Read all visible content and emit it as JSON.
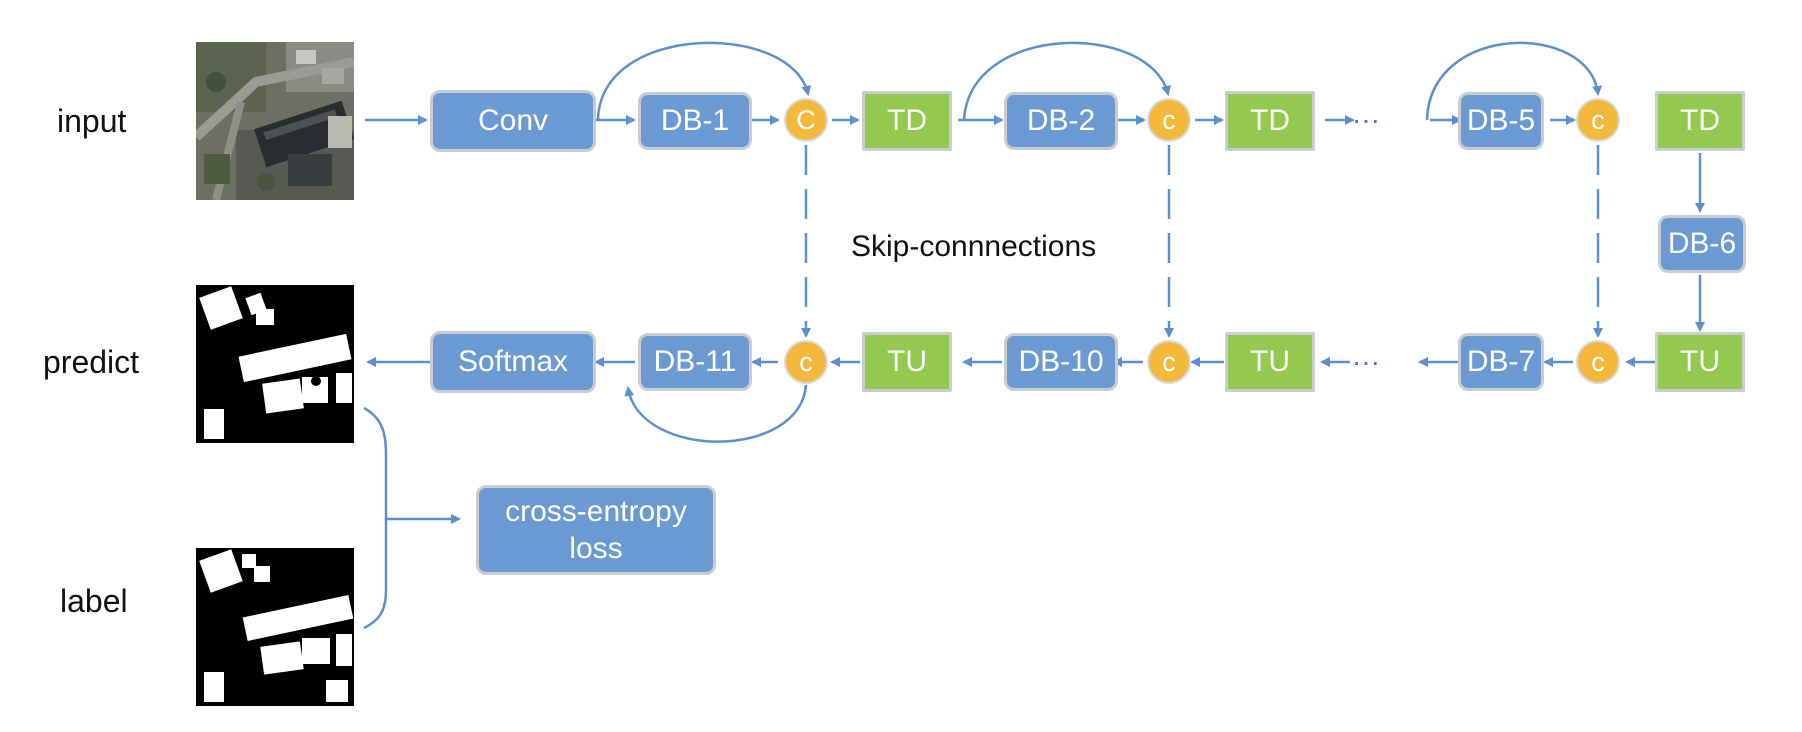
{
  "row_labels": {
    "input": "input",
    "predict": "predict",
    "label": "label"
  },
  "encoder": {
    "conv": "Conv",
    "db1": "DB-1",
    "c1": "C",
    "td1": "TD",
    "db2": "DB-2",
    "c2": "c",
    "td2": "TD",
    "ellipsis": "···",
    "db5": "DB-5",
    "c3": "c",
    "td3": "TD"
  },
  "bottleneck": {
    "db6": "DB-6"
  },
  "decoder": {
    "tu1": "TU",
    "c4": "c",
    "db7": "DB-7",
    "ellipsis": "···",
    "tu2": "TU",
    "c5": "c",
    "db10": "DB-10",
    "tu3": "TU",
    "c6": "c",
    "db11": "DB-11",
    "softmax": "Softmax"
  },
  "skip_label": "Skip-connnections",
  "loss": {
    "line1": "cross-entropy",
    "line2": "loss"
  },
  "colors": {
    "dense_block": "#6b9ad3",
    "transition": "#93c94e",
    "concat": "#f4b83a",
    "arrow": "#5b8fd0"
  },
  "icons": {
    "input_image": "aerial-photo",
    "mask_image": "building-mask"
  }
}
